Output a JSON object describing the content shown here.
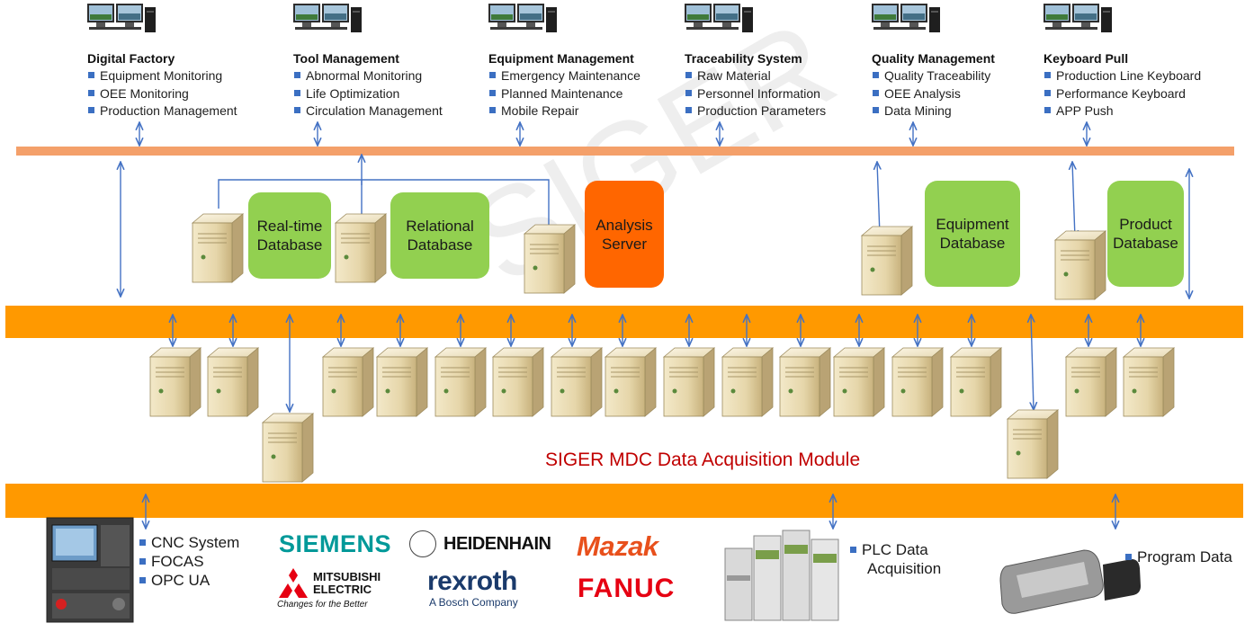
{
  "modules": [
    {
      "title": "Digital Factory",
      "items": [
        "Equipment Monitoring",
        "OEE Monitoring",
        "Production Management"
      ]
    },
    {
      "title": "Tool Management",
      "items": [
        "Abnormal Monitoring",
        "Life Optimization",
        "Circulation Management"
      ]
    },
    {
      "title": "Equipment Management",
      "items": [
        "Emergency Maintenance",
        "Planned Maintenance",
        "Mobile Repair"
      ]
    },
    {
      "title": "Traceability System",
      "items": [
        "Raw Material",
        "Personnel Information",
        "Production Parameters"
      ]
    },
    {
      "title": "Quality Management",
      "items": [
        "Quality Traceability",
        "OEE Analysis",
        "Data Mining"
      ]
    },
    {
      "title": "Keyboard Pull",
      "items": [
        "Production Line Keyboard",
        "Performance Keyboard",
        "APP Push"
      ]
    }
  ],
  "databases": [
    {
      "line1": "Real-time",
      "line2": "Database",
      "color": "#92d050"
    },
    {
      "line1": "Relational",
      "line2": "Database",
      "color": "#92d050"
    },
    {
      "line1": "Analysis",
      "line2": "Server",
      "color": "#ff6600"
    },
    {
      "line1": "Equipment",
      "line2": "Database",
      "color": "#92d050"
    },
    {
      "line1": "Product",
      "line2": "Database",
      "color": "#92d050"
    }
  ],
  "module_caption": "SIGER MDC Data Acquisition Module",
  "sources": {
    "cnc": [
      "CNC System",
      "FOCAS",
      "OPC UA"
    ],
    "plc": [
      "PLC Data",
      "Acquisition"
    ],
    "program": [
      "Program Data"
    ]
  },
  "brands": {
    "siemens": "SIEMENS",
    "mitsubishi1": "MITSUBISHI",
    "mitsubishi2": "ELECTRIC",
    "mitsubishi_tag": "Changes for the Better",
    "heidenhain": "HEIDENHAIN",
    "rexroth": "rexroth",
    "rexroth_tag": "A Bosch Company",
    "mazak": "Mazak",
    "fanuc": "FANUC"
  },
  "colors": {
    "top_bus": "#f4a06a",
    "mid_bus": "#ff9900",
    "arrow": "#4472c4",
    "caption": "#c00000",
    "siemens": "#009999",
    "mazak": "#e8501c",
    "fanuc": "#e60012",
    "mitsubishi": "#e60012"
  }
}
